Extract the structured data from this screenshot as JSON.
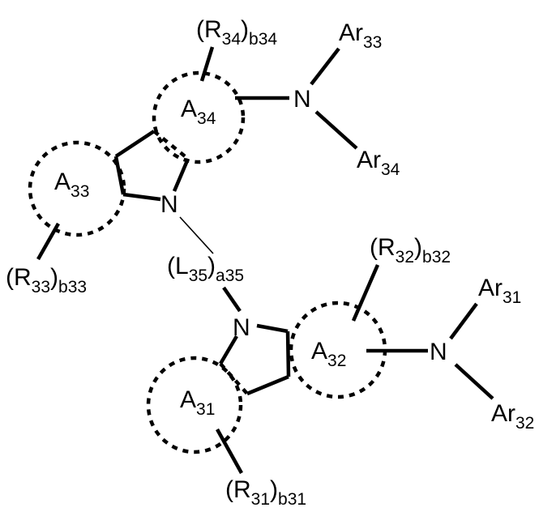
{
  "labels": {
    "r34": {
      "main": "(R",
      "sub1": "34",
      "close": ")",
      "sub2": "b34"
    },
    "ar33": {
      "main": "Ar",
      "sub": "33"
    },
    "a34": {
      "main": "A",
      "sub": "34"
    },
    "n_top_amine": "N",
    "ar34": {
      "main": "Ar",
      "sub": "34"
    },
    "a33": {
      "main": "A",
      "sub": "33"
    },
    "n_top_ring": "N",
    "r33": {
      "main": "(R",
      "sub1": "33",
      "close": ")",
      "sub2": "b33"
    },
    "l35": {
      "main": "(L",
      "sub1": "35",
      "close": ")",
      "sub2": "a35"
    },
    "r32": {
      "main": "(R",
      "sub1": "32",
      "close": ")",
      "sub2": "b32"
    },
    "ar31": {
      "main": "Ar",
      "sub": "31"
    },
    "n_bottom_ring": "N",
    "a32": {
      "main": "A",
      "sub": "32"
    },
    "n_bottom_amine": "N",
    "a31": {
      "main": "A",
      "sub": "31"
    },
    "ar32": {
      "main": "Ar",
      "sub": "32"
    },
    "r31": {
      "main": "(R",
      "sub1": "31",
      "close": ")",
      "sub2": "b31"
    }
  }
}
